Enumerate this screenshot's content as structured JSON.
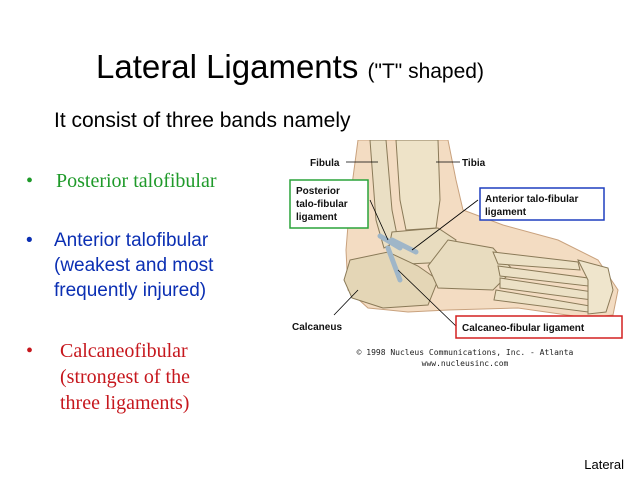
{
  "title": {
    "main": "Lateral Ligaments",
    "sub": "(\"T\" shaped)"
  },
  "subtitle": "It consist of three bands namely",
  "bullets": [
    {
      "marker": "•",
      "lines": [
        "Posterior talofibular"
      ],
      "color": "#1f9a2a"
    },
    {
      "marker": "•",
      "lines": [
        "Anterior talofibular",
        "(weakest and most",
        "frequently injured)"
      ],
      "color": "#0b2fb3"
    },
    {
      "marker": "•",
      "lines": [
        "Calcaneofibular",
        "(strongest of the",
        "three ligaments)"
      ],
      "color": "#c6171d"
    }
  ],
  "figure": {
    "labels": {
      "fibula": "Fibula",
      "tibia": "Tibia",
      "posterior_1": "Posterior",
      "posterior_2": "talo-fibular",
      "posterior_3": "ligament",
      "anterior_1": "Anterior talo-fibular",
      "anterior_2": "ligament",
      "calcaneus": "Calcaneus",
      "calcaneofibular": "Calcaneo-fibular ligament"
    },
    "copyright_1": "© 1998 Nucleus Communications, Inc. - Atlanta",
    "copyright_2": "www.nucleusinc.com",
    "box_colors": {
      "posterior": "#2aa33a",
      "anterior": "#1f3fbf",
      "calcaneofibular": "#d32020"
    }
  },
  "footer_label": "Lateral"
}
